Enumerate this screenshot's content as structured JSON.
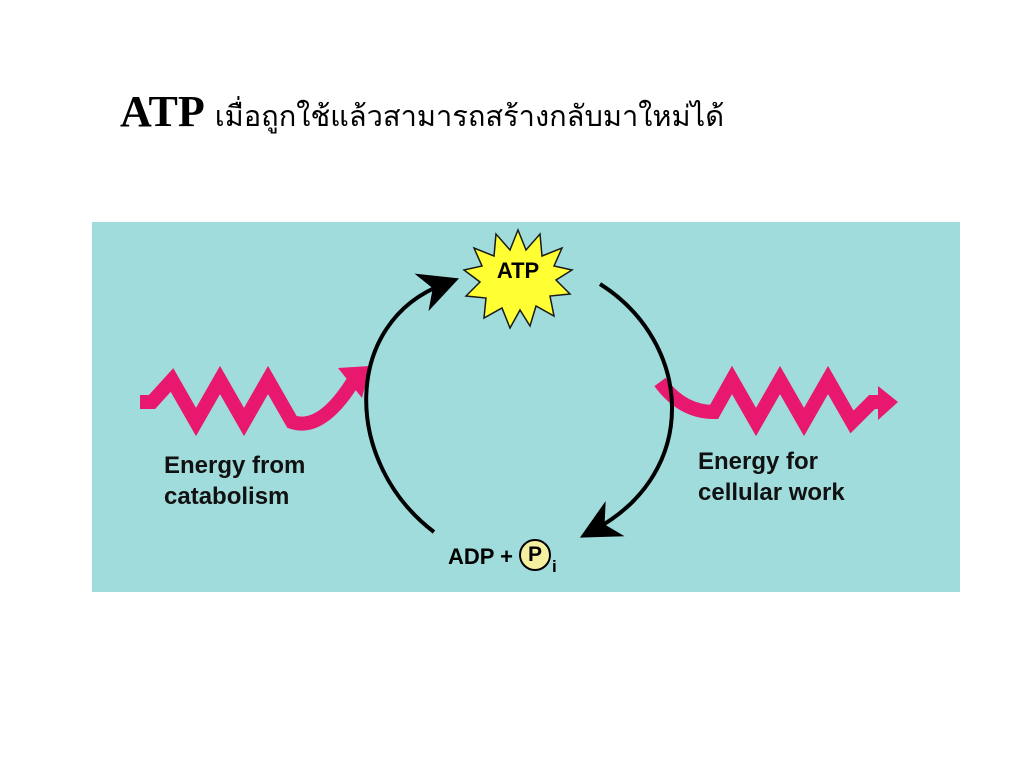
{
  "slide": {
    "title_main": "ATP",
    "title_sub": "เมื่อถูกใช้แล้วสามารถสร้างกลับมาใหม่ได้"
  },
  "diagram": {
    "top_node": "ATP",
    "bottom_node": {
      "prefix": "ADP +",
      "phosphate_symbol": "P",
      "subscript": "i"
    },
    "left_label": [
      "Energy from",
      "catabolism"
    ],
    "right_label": [
      "Energy for",
      "cellular work"
    ]
  },
  "colors": {
    "panel_background": "#a0dcdc",
    "energy_arrow": "#e8186e",
    "atp_star": "#ffff33",
    "phosphate_circle": "#f5f0a0",
    "cycle_arrows": "#000000"
  },
  "icons": {
    "energy_in": "zigzag-arrow-icon",
    "energy_out": "zigzag-arrow-icon",
    "atp_burst": "starburst-icon"
  }
}
